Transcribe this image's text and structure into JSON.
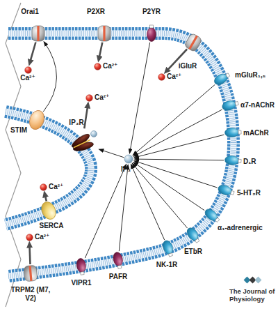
{
  "diagram": {
    "nodes": [
      {
        "text": [
          "Orai1"
        ]
      },
      {
        "text": [
          "P2XR"
        ]
      },
      {
        "text": [
          "P2YR"
        ]
      },
      {
        "text": [
          "iGluR"
        ]
      },
      {
        "text": [
          "Ca²⁺"
        ]
      },
      {
        "text": [
          "Ca²⁺"
        ]
      },
      {
        "text": [
          "Ca²⁺"
        ]
      },
      {
        "text": [
          "mGluR₁,₅"
        ]
      },
      {
        "text": [
          "STIM"
        ]
      },
      {
        "text": [
          "IP₃R"
        ]
      },
      {
        "text": [
          "Ca²⁺"
        ]
      },
      {
        "text": [
          "α7-nAChR"
        ]
      },
      {
        "text": [
          "mAChR"
        ]
      },
      {
        "text": [
          "IP₃"
        ]
      },
      {
        "text": [
          "D₁R"
        ]
      },
      {
        "text": [
          "SERCA"
        ]
      },
      {
        "text": [
          "Ca²⁺"
        ]
      },
      {
        "text": [
          "5-HT₂R"
        ]
      },
      {
        "text": [
          "α₁-adrenergic"
        ]
      },
      {
        "text": [
          "ETbR"
        ]
      },
      {
        "text": [
          "NK-1R"
        ]
      },
      {
        "text": [
          "Ca²⁺"
        ]
      },
      {
        "text": [
          "PAFR"
        ]
      },
      {
        "text": [
          "VIPR1"
        ]
      },
      {
        "text": [
          "TRPM2 (M7, V2)"
        ]
      }
    ],
    "edges": [
      {
        "from": 0,
        "to": 4,
        "arrow": "to"
      },
      {
        "from": 1,
        "to": 5,
        "arrow": "to"
      },
      {
        "from": 3,
        "to": 6,
        "arrow": "to"
      },
      {
        "from": 9,
        "to": 10,
        "arrow": "to"
      },
      {
        "from": 15,
        "to": 16,
        "arrow": "to"
      },
      {
        "from": 24,
        "to": 21,
        "arrow": "to"
      },
      {
        "from": 8,
        "to": 0,
        "arrow": "to"
      },
      {
        "from": 2,
        "to": 13,
        "arrow": "to"
      },
      {
        "from": 7,
        "to": 13,
        "arrow": "to"
      },
      {
        "from": 11,
        "to": 13,
        "arrow": "to"
      },
      {
        "from": 12,
        "to": 13,
        "arrow": "to"
      },
      {
        "from": 14,
        "to": 13,
        "arrow": "to"
      },
      {
        "from": 17,
        "to": 13,
        "arrow": "to"
      },
      {
        "from": 18,
        "to": 13,
        "arrow": "to"
      },
      {
        "from": 19,
        "to": 13,
        "arrow": "to"
      },
      {
        "from": 20,
        "to": 13,
        "arrow": "to"
      },
      {
        "from": 22,
        "to": 13,
        "arrow": "to"
      },
      {
        "from": 23,
        "to": 13,
        "arrow": "to"
      },
      {
        "from": 13,
        "to": 9,
        "arrow": "to"
      }
    ],
    "labels": [
      "The Journal of Physiology"
    ]
  }
}
